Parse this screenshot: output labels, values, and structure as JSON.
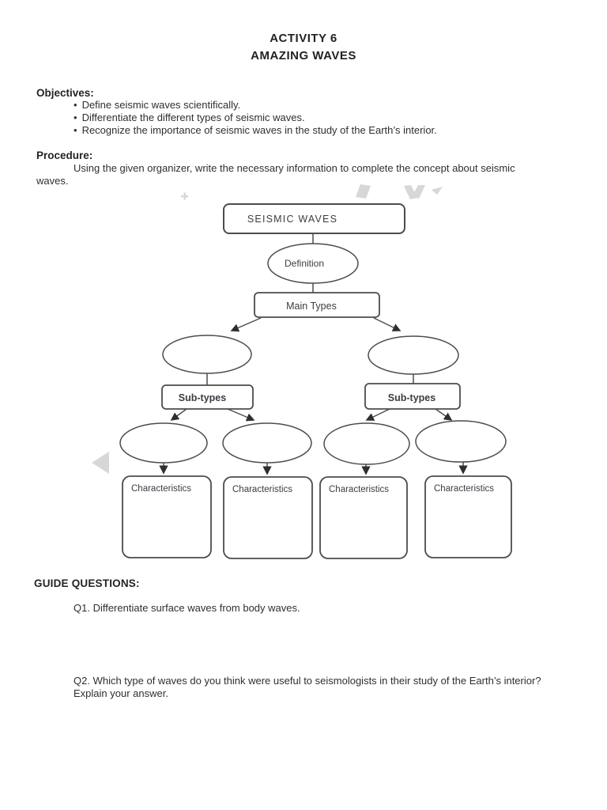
{
  "document": {
    "title_line1": "ACTIVITY 6",
    "title_line2": "AMAZING WAVES"
  },
  "objectives": {
    "heading": "Objectives:",
    "bullet_char": "•",
    "items": [
      "Define seismic waves scientifically.",
      "Differentiate the different types of seismic waves.",
      "Recognize the importance of seismic waves in the study of the Earth’s interior."
    ]
  },
  "procedure": {
    "heading": "Procedure:",
    "text": "Using the given organizer, write the necessary information to complete the concept about seismic waves."
  },
  "concept_map": {
    "root": "SEISMIC WAVES",
    "definition": "Definition",
    "main_types": "Main Types",
    "subtypes_left": "Sub-types",
    "subtypes_right": "Sub-types",
    "characteristics": [
      "Characteristics",
      "Characteristics",
      "Characteristics",
      "Characteristics"
    ]
  },
  "guide_questions": {
    "heading": "GUIDE QUESTIONS:",
    "q1": "Q1. Differentiate surface waves from body waves.",
    "q2": "Q2. Which type of waves do you think were useful to seismologists in their study of the Earth’s interior? Explain your answer."
  },
  "colors": {
    "ink": "#2f2f2f",
    "diagram_stroke": "#4c4c4c",
    "watermark_gray": "#d7d7d7"
  }
}
